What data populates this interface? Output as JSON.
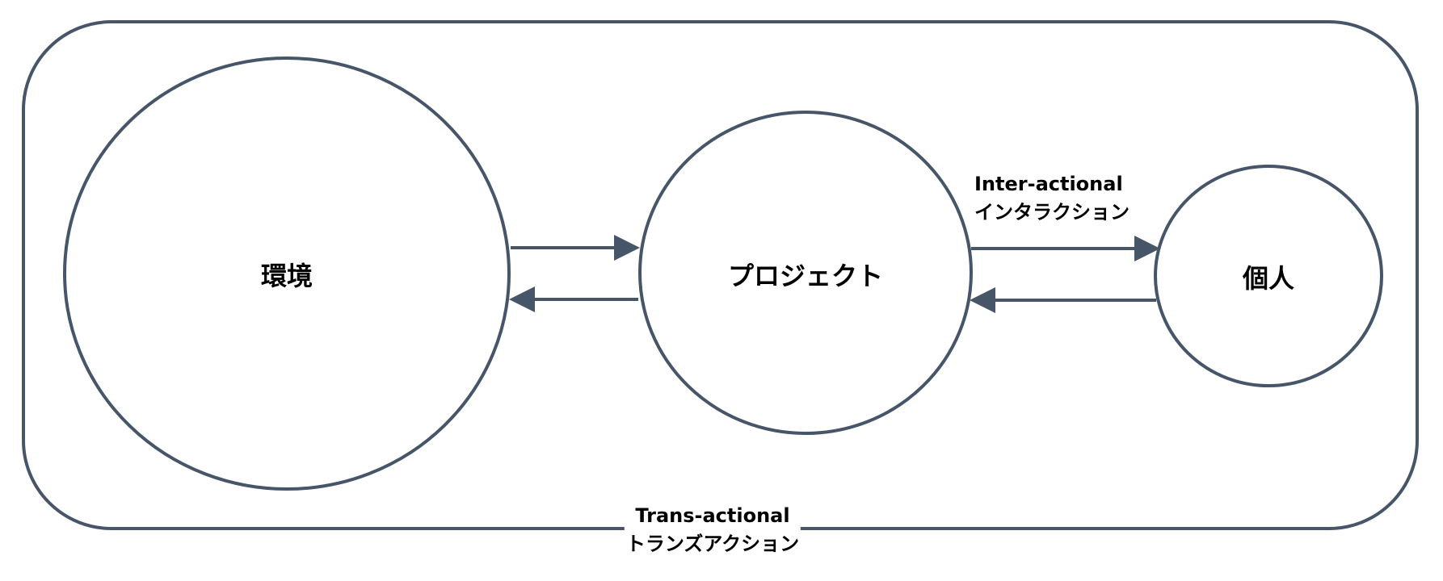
{
  "colors": {
    "stroke": "#475569",
    "text": "#000000",
    "background": "#ffffff"
  },
  "nodes": {
    "environment": "環境",
    "project": "プロジェクト",
    "individual": "個人"
  },
  "inter_label": {
    "en": "Inter-actional",
    "ja": "インタラクション"
  },
  "trans_label": {
    "en": "Trans-actional",
    "ja": "トランズアクション"
  }
}
